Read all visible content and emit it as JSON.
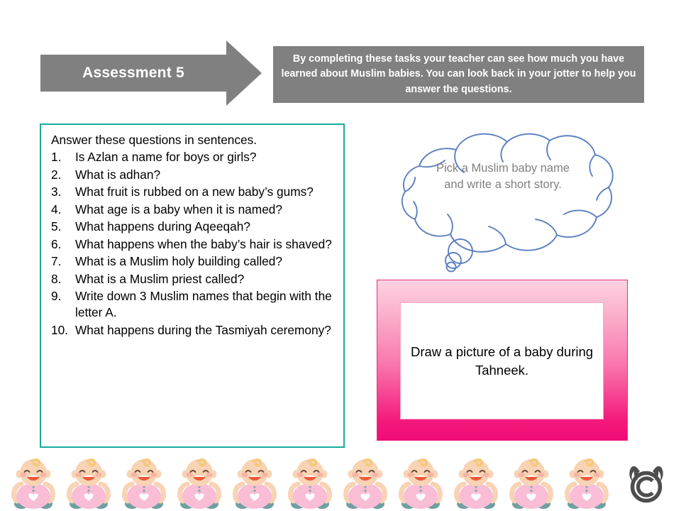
{
  "banner": {
    "title": "Assessment 5",
    "arrow_color": "#808080",
    "title_color": "#ffffff"
  },
  "instruction_box": {
    "text": "By completing these tasks your teacher can see how much you have learned about Muslim babies. You can look back in your jotter to help you answer the questions.",
    "background_color": "#808080",
    "text_color": "#ffffff"
  },
  "questions_panel": {
    "border_color": "#17ab9c",
    "intro": "Answer these questions in sentences.",
    "items": [
      {
        "number": "1.",
        "text": "Is Azlan a name for boys or girls?"
      },
      {
        "number": "2.",
        "text": "What is adhan?"
      },
      {
        "number": "3.",
        "text": "What fruit is rubbed on a new baby’s gums?"
      },
      {
        "number": "4.",
        "text": "What age is a baby when it is named?"
      },
      {
        "number": "5.",
        "text": "What happens during Aqeeqah?"
      },
      {
        "number": "6.",
        "text": "What happens when the baby’s hair is shaved?"
      },
      {
        "number": "7.",
        "text": "What is a Muslim holy building called?"
      },
      {
        "number": "8.",
        "text": "What is a Muslim priest called?"
      },
      {
        "number": "9.",
        "text": "Write down 3 Muslim names that begin with the letter A."
      },
      {
        "number": "10.",
        "text": "What happens during the Tasmiyah ceremony?"
      }
    ]
  },
  "thought_cloud": {
    "text": "Pick a Muslim baby name and write a short story.",
    "outline_color": "#5b7fc0",
    "text_color": "#808080"
  },
  "draw_task": {
    "text": "Draw a picture of a baby during Tahneek.",
    "frame_gradient_top": "#fdd2e1",
    "frame_gradient_bottom": "#f00b76",
    "inner_background": "#ffffff",
    "text_color": "#000000"
  },
  "decor": {
    "baby_icon_name": "baby-icon",
    "baby_count": 11,
    "baby_body_color": "#f9bdd6",
    "baby_skin_color": "#f8d3b4",
    "baby_hair_color": "#f5c97a",
    "baby_shoe_color": "#6f9fa3",
    "copyright_symbol": "©",
    "copyright_color": "#4d4d4d"
  }
}
